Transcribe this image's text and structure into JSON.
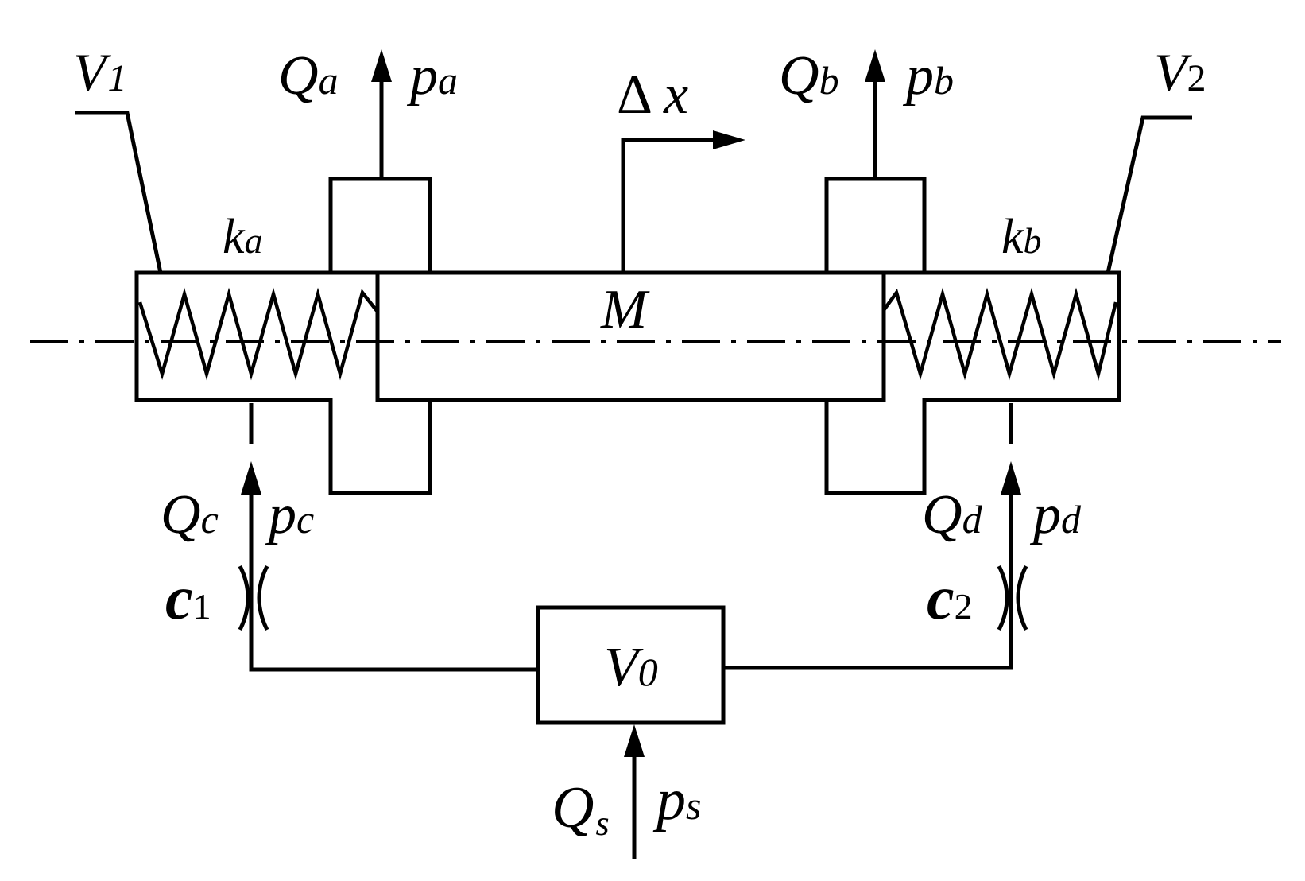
{
  "labels": {
    "V1": {
      "main": "V",
      "sub": "1"
    },
    "V2": {
      "main": "V",
      "sub": "2"
    },
    "V0": {
      "main": "V",
      "sub": "0"
    },
    "Qa": {
      "main": "Q",
      "sub": "a"
    },
    "pa": {
      "main": "p",
      "sub": "a"
    },
    "Qb": {
      "main": "Q",
      "sub": "b"
    },
    "pb": {
      "main": "p",
      "sub": "b"
    },
    "Qc": {
      "main": "Q",
      "sub": "c"
    },
    "pc": {
      "main": "p",
      "sub": "c"
    },
    "Qd": {
      "main": "Q",
      "sub": "d"
    },
    "pd": {
      "main": "p",
      "sub": "d"
    },
    "Qs": {
      "main": "Q",
      "sub": "s"
    },
    "ps": {
      "main": "p",
      "sub": "s"
    },
    "ka": {
      "main": "k",
      "sub": "a"
    },
    "kb": {
      "main": "k",
      "sub": "b"
    },
    "c1": {
      "main": "c",
      "sub": "1"
    },
    "c2": {
      "main": "c",
      "sub": "2"
    },
    "M": "M",
    "dx": {
      "delta": "Δ",
      "var": "x"
    }
  }
}
